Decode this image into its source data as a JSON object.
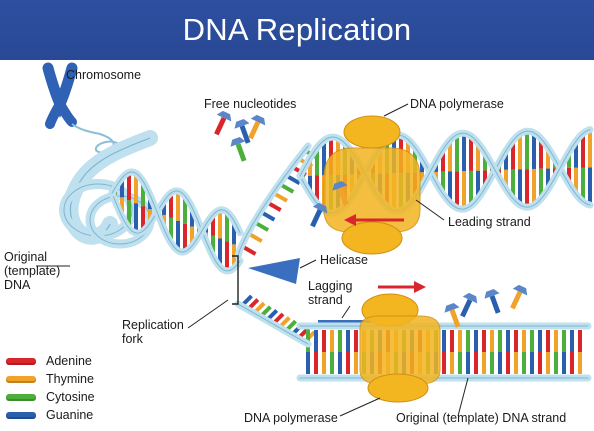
{
  "title": "DNA Replication",
  "labels": {
    "chromosome": "Chromosome",
    "free_nucleotides": "Free nucleotides",
    "dna_polymerase_top": "DNA polymerase",
    "leading_strand": "Leading strand",
    "helicase": "Helicase",
    "lagging_strand": "Lagging strand",
    "original_dna": "Original (template) DNA",
    "replication_fork": "Replication fork",
    "dna_polymerase_bottom": "DNA polymerase",
    "original_strand": "Original (template) DNA strand"
  },
  "legend": [
    {
      "label": "Adenine",
      "color": "#d8262c"
    },
    {
      "label": "Thymine",
      "color": "#f0a22a"
    },
    {
      "label": "Cytosine",
      "color": "#4caf3c"
    },
    {
      "label": "Guanine",
      "color": "#2a5fb0"
    }
  ],
  "colors": {
    "backbone": "#bfe0ee",
    "backbone_edge": "#7fb6cf",
    "polymerase": "#f3b520",
    "helicase": "#3a6fbf",
    "arrow": "#d8262c"
  }
}
